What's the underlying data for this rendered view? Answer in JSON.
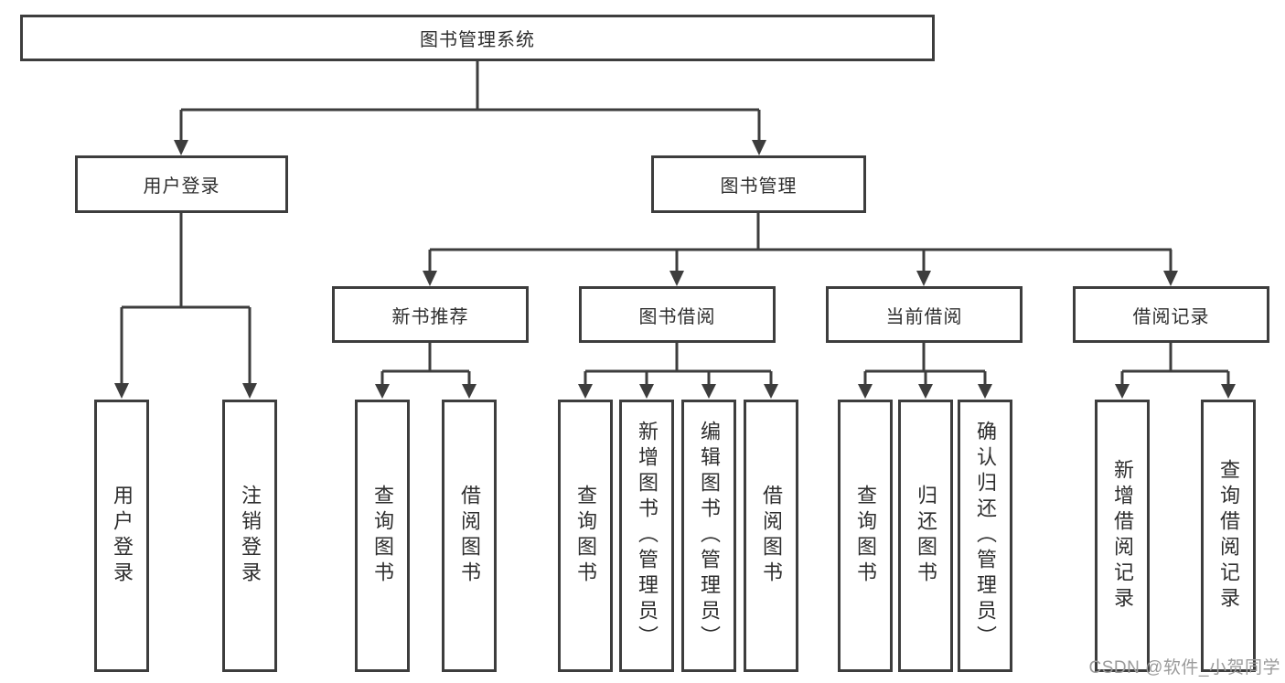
{
  "diagram": {
    "title": "图书管理系统",
    "root": {
      "label": "图书管理系统"
    },
    "level2": [
      {
        "label": "用户登录"
      },
      {
        "label": "图书管理"
      }
    ],
    "level3": [
      {
        "label": "新书推荐",
        "parent": "图书管理"
      },
      {
        "label": "图书借阅",
        "parent": "图书管理"
      },
      {
        "label": "当前借阅",
        "parent": "图书管理"
      },
      {
        "label": "借阅记录",
        "parent": "图书管理"
      }
    ],
    "leaves": [
      {
        "label": "用户登录",
        "parent": "用户登录"
      },
      {
        "label": "注销登录",
        "parent": "用户登录"
      },
      {
        "label": "查询图书",
        "parent": "新书推荐"
      },
      {
        "label": "借阅图书",
        "parent": "新书推荐"
      },
      {
        "label": "查询图书",
        "parent": "图书借阅"
      },
      {
        "label": "新增图书（管理员）",
        "parent": "图书借阅"
      },
      {
        "label": "编辑图书（管理员）",
        "parent": "图书借阅"
      },
      {
        "label": "借阅图书",
        "parent": "图书借阅"
      },
      {
        "label": "查询图书",
        "parent": "当前借阅"
      },
      {
        "label": "归还图书",
        "parent": "当前借阅"
      },
      {
        "label": "确认归还（管理员）",
        "parent": "当前借阅"
      },
      {
        "label": "新增借阅记录",
        "parent": "借阅记录"
      },
      {
        "label": "查询借阅记录",
        "parent": "借阅记录"
      }
    ],
    "watermark": "CSDN @软件_小贺同学",
    "colors": {
      "line": "#3d3d3d",
      "text": "#2e2e2e",
      "watermark": "#9b9b9b",
      "background": "#ffffff"
    }
  }
}
